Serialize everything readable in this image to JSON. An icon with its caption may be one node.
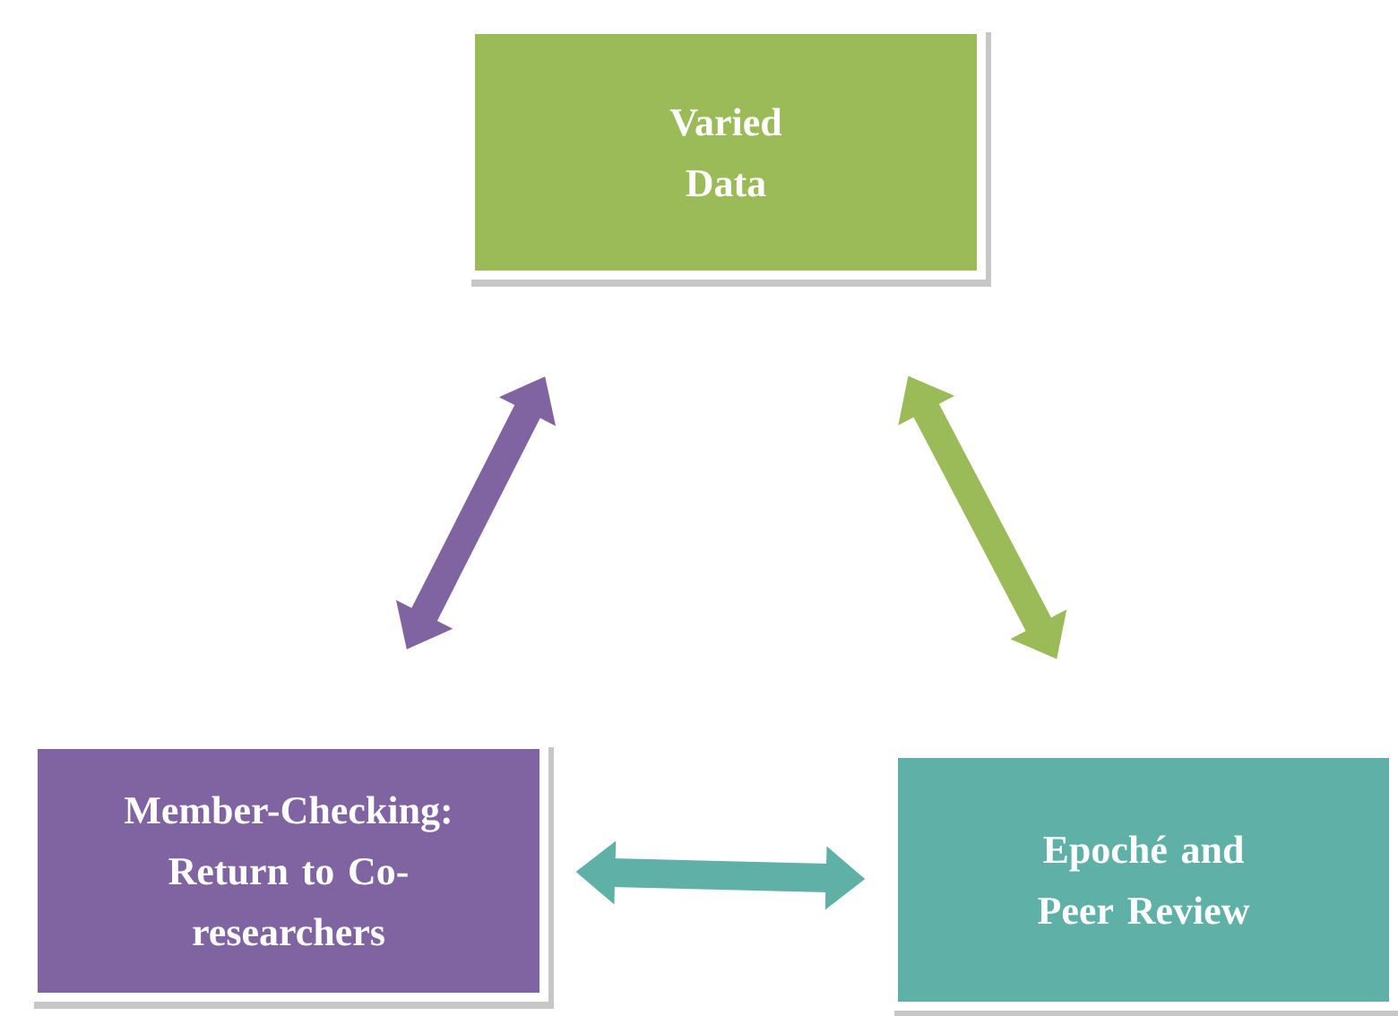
{
  "diagram": {
    "nodes": [
      {
        "text": [
          "Varied Data"
        ]
      },
      {
        "text": [
          "Member-Checking: Return to Co-researchers"
        ]
      },
      {
        "text": [
          "Epoché and Peer Review"
        ]
      }
    ],
    "edges": [
      {
        "from": 0,
        "to": 1,
        "arrow": "both",
        "color": "#8064a2"
      },
      {
        "from": 0,
        "to": 2,
        "arrow": "both",
        "color": "#9bbb59"
      },
      {
        "from": 1,
        "to": 2,
        "arrow": "both",
        "color": "#5fb0a6"
      }
    ]
  }
}
